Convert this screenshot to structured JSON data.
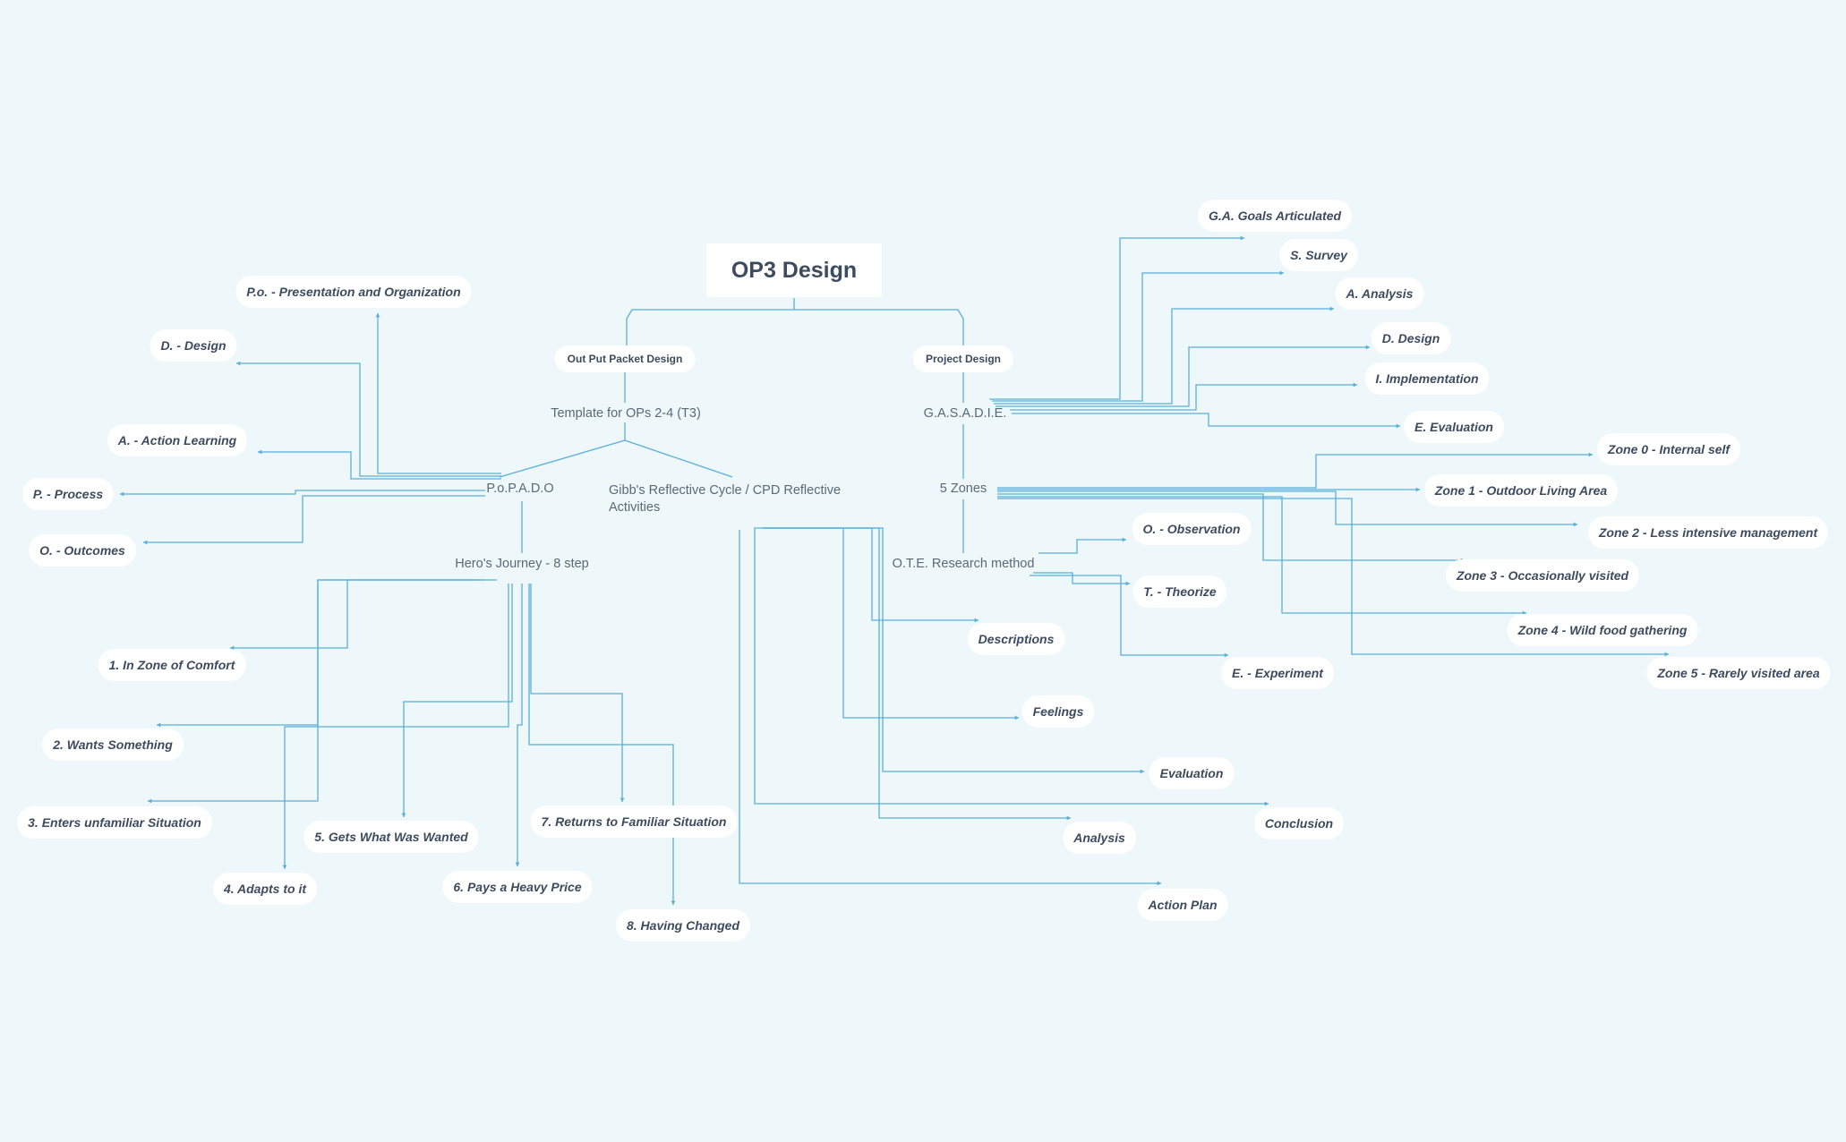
{
  "root": {
    "title": "OP3 Design"
  },
  "branches": {
    "output": {
      "label": "Out Put Packet Design",
      "template": "Template for OPs 2-4 (T3)",
      "popado": {
        "label": "P.o.P.A.D.O",
        "items": [
          "P.o. - Presentation and Organization",
          "D. - Design",
          "A. - Action Learning",
          "P. - Process",
          "O. - Outcomes"
        ]
      },
      "gibbs": {
        "label": "Gibb's Reflective Cycle / CPD Reflective Activities",
        "items": [
          "Descriptions",
          "Feelings",
          "Evaluation",
          "Conclusion",
          "Analysis",
          "Action Plan"
        ]
      },
      "heros": {
        "label": "Hero's Journey - 8 step",
        "items": [
          "1. In Zone of Comfort",
          "2. Wants Something",
          "3. Enters unfamiliar Situation",
          "4. Adapts to it",
          "5. Gets What Was Wanted",
          "6. Pays a Heavy Price",
          "7. Returns to Familiar Situation",
          "8. Having Changed"
        ]
      }
    },
    "project": {
      "label": "Project Design",
      "gasadie": {
        "label": "G.A.S.A.D.I.E.",
        "items": [
          "G.A. Goals Articulated",
          "S. Survey",
          "A. Analysis",
          "D. Design",
          "I. Implementation",
          "E. Evaluation"
        ]
      },
      "zones": {
        "label": "5 Zones",
        "items": [
          "Zone 0 - Internal self",
          "Zone 1 - Outdoor Living Area",
          "Zone 2 - Less intensive management",
          "Zone 3 - Occasionally visited",
          "Zone 4 - Wild food gathering",
          "Zone 5 - Rarely visited area"
        ]
      },
      "ote": {
        "label": "O.T.E. Research method",
        "items": [
          "O. - Observation",
          "T. - Theorize",
          "E. - Experiment"
        ]
      }
    }
  },
  "colors": {
    "background": "#eef7fa",
    "line": "#5aaed8",
    "text": "#3d4b5f",
    "node": "#ffffff"
  }
}
